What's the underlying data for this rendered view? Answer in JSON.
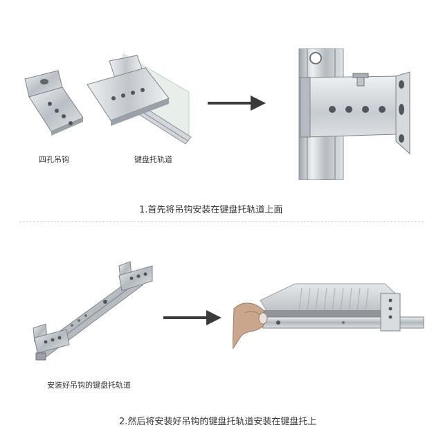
{
  "step1": {
    "label_hook": "四孔吊钩",
    "label_rail": "键盘托轨道",
    "caption": "1.首先将吊钩安装在键盘托轨道上面"
  },
  "step2": {
    "label_assembled": "安装好吊钩的键盘托轨道",
    "caption": "2.然后将安装好吊钩的键盘托轨道安装在键盘托上"
  },
  "colors": {
    "metal": "#c9cdd1",
    "arrow": "#3a3a3a",
    "glass": "#e6efe9"
  }
}
